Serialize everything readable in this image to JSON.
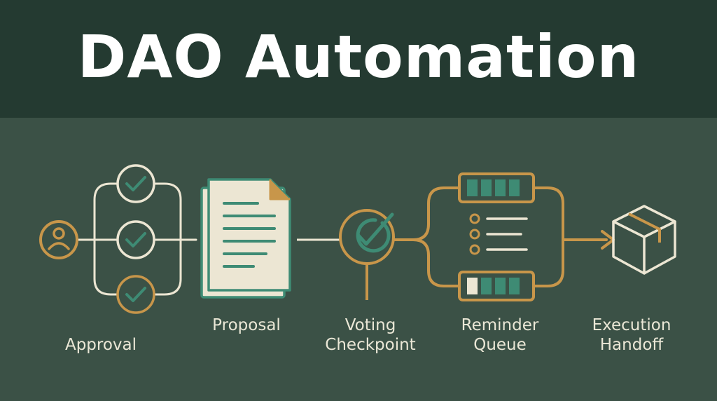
{
  "title": "DAO Automation",
  "colors": {
    "header_bg": "#243a31",
    "body_bg": "#3b5146",
    "gold": "#c8964a",
    "cream": "#ece6d3",
    "teal": "#3e8b74",
    "white": "#ffffff"
  },
  "stages": [
    {
      "label": "Approval",
      "icon": "user-icon"
    },
    {
      "label": "Proposal",
      "icon": "document-icon"
    },
    {
      "label": "Voting\nCheckpoint",
      "icon": "checkpoint-icon"
    },
    {
      "label": "Reminder\nQueue",
      "icon": "queue-icon"
    },
    {
      "label": "Execution\nHandoff",
      "icon": "box-icon"
    }
  ]
}
